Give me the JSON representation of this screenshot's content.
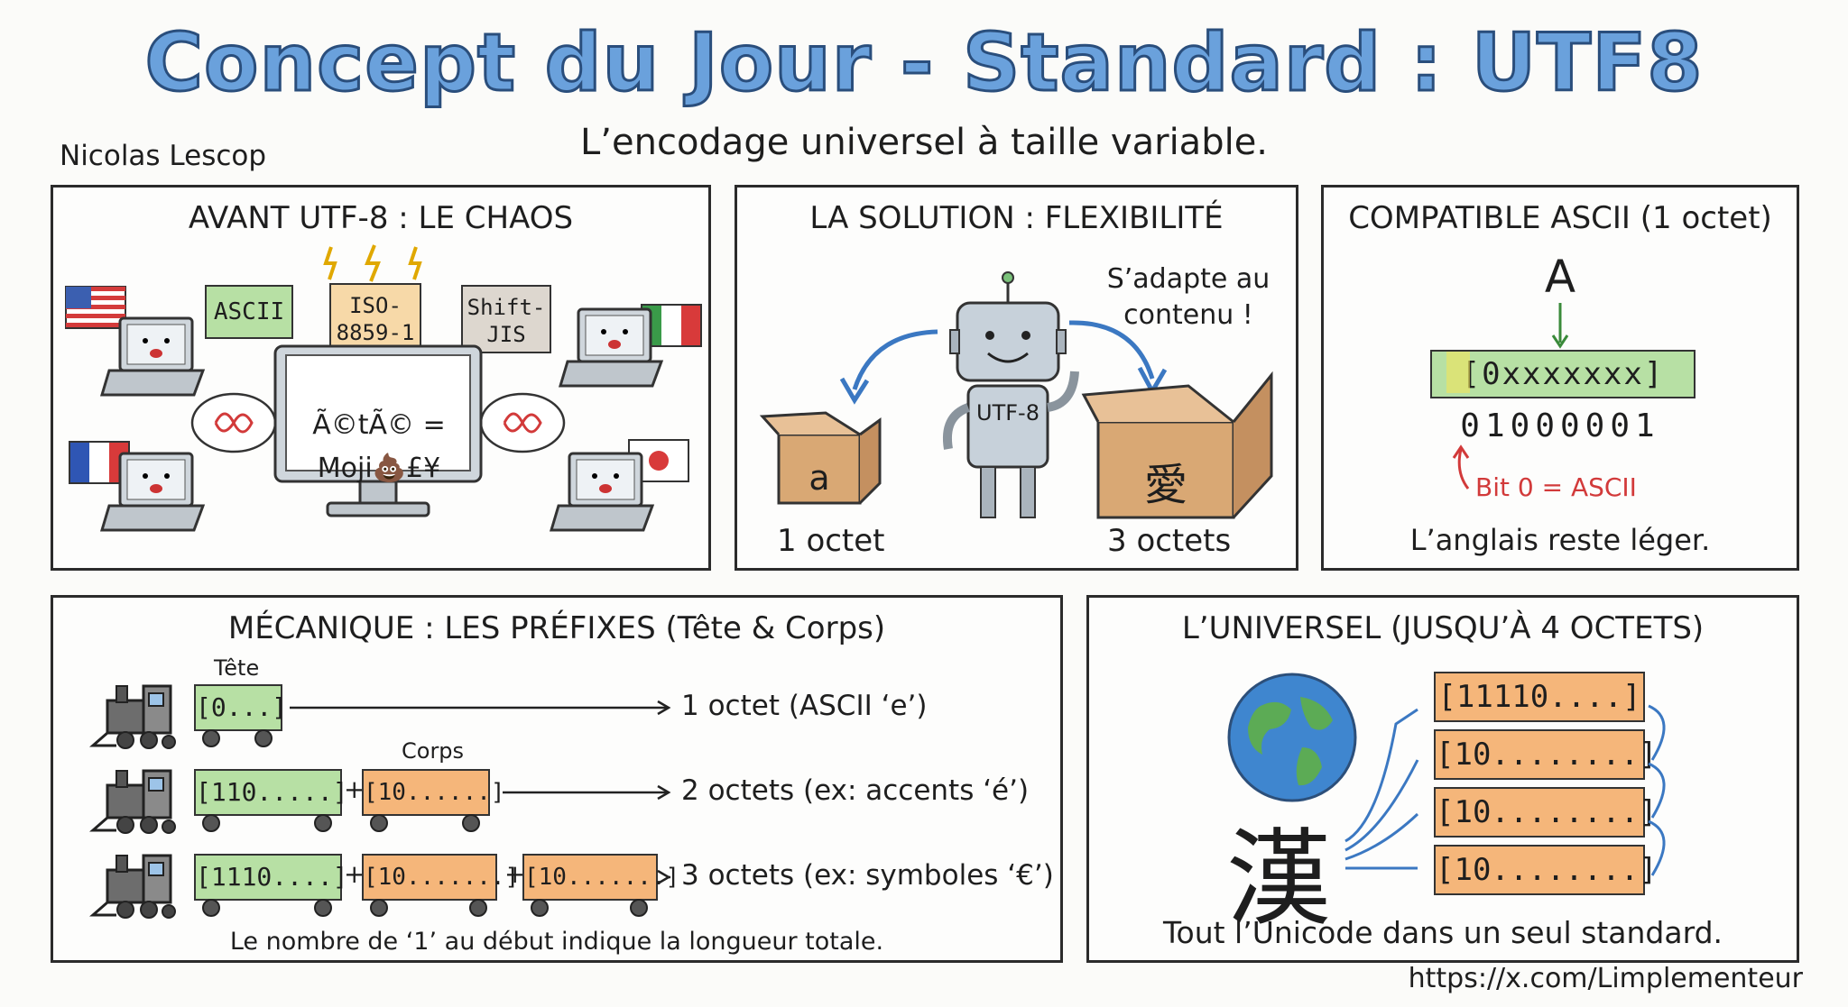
{
  "header": {
    "title": "Concept du Jour - Standard : UTF8",
    "subtitle": "L’encodage universel à taille variable.",
    "author": "Nicolas Lescop"
  },
  "panel_chaos": {
    "title": "AVANT UTF-8 : LE CHAOS",
    "boxes": [
      "ASCII",
      "ISO-\n8859-1",
      "Shift-\nJIS"
    ],
    "screen_line1": "Ã©tÃ© =",
    "screen_line2": "Moji💩£¥"
  },
  "panel_solution": {
    "title": "LA SOLUTION : FLEXIBILITÉ",
    "speech": "S’adapte au\ncontenu !",
    "robot_label": "UTF-8",
    "small_box_char": "a",
    "big_box_char": "愛",
    "small_caption": "1 octet",
    "big_caption": "3 octets"
  },
  "panel_ascii": {
    "title": "COMPATIBLE ASCII (1 octet)",
    "letter": "A",
    "byte_pattern": "[0xxxxxxx]",
    "bits": "01000001",
    "bit_note": "Bit 0 = ASCII",
    "caption": "L’anglais reste léger."
  },
  "panel_prefix": {
    "title": "MÉCANIQUE : LES PRÉFIXES (Tête & Corps)",
    "head_label": "Tête",
    "body_label": "Corps",
    "rows": [
      {
        "head": "[0...]",
        "bodies": [],
        "result": "1 octet (ASCII ‘e’)"
      },
      {
        "head": "[110.....]",
        "bodies": [
          "[10......]"
        ],
        "result": "2 octets (ex: accents ‘é’)"
      },
      {
        "head": "[1110....]",
        "bodies": [
          "[10.......]",
          "[10.......]"
        ],
        "result": "3 octets (ex: symboles ‘€’)"
      }
    ],
    "plus": "+",
    "footer": "Le nombre de ‘1’ au début indique la longueur totale."
  },
  "panel_universal": {
    "title": "L’UNIVERSEL (JUSQU’À 4 OCTETS)",
    "glyph": "漢",
    "bytes": [
      "[11110....]",
      "[10........]",
      "[10........]",
      "[10........]"
    ],
    "caption": "Tout l’Unicode dans un seul standard."
  },
  "footer": {
    "url": "https://x.com/Limplementeur"
  },
  "colors": {
    "title_fill": "#6aa1dc",
    "green": "#b7e0a4",
    "orange": "#f5b67a",
    "red": "#d23a3a"
  }
}
